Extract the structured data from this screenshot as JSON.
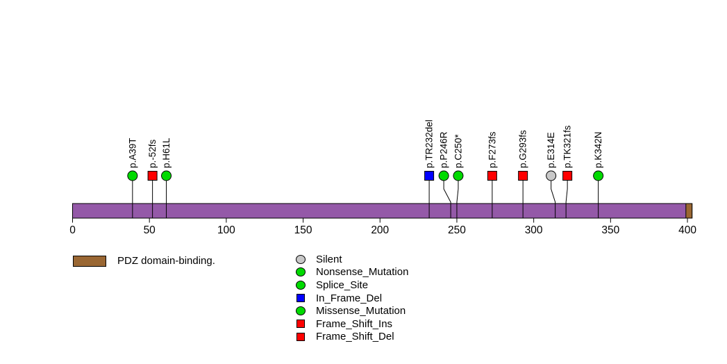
{
  "chart_data": {
    "type": "lollipop",
    "title": "",
    "xlabel": "",
    "ylabel": "",
    "xlim": [
      0,
      403
    ],
    "axis_ticks": [
      0,
      50,
      100,
      150,
      200,
      250,
      300,
      350,
      400
    ],
    "grid": false,
    "protein_bar": {
      "start": 0,
      "end": 403,
      "color": "#9459A8"
    },
    "domains": [
      {
        "name": "PDZ domain-binding.",
        "start": 399,
        "end": 403,
        "color": "#9A6733"
      }
    ],
    "mutations": [
      {
        "label": "p.A39T",
        "position": 39,
        "shape": "circle",
        "color": "#00DA00",
        "dx": 0
      },
      {
        "label": "p.-52fs",
        "position": 52,
        "shape": "square",
        "color": "#FF0000",
        "dx": 0
      },
      {
        "label": "p.H61L",
        "position": 61,
        "shape": "circle",
        "color": "#00DA00",
        "dx": 0
      },
      {
        "label": "p.TR232del",
        "position": 232,
        "shape": "square",
        "color": "#0000FF",
        "dx": 0
      },
      {
        "label": "p.P246R",
        "position": 246,
        "shape": "circle",
        "color": "#00DA00",
        "dx": -10
      },
      {
        "label": "p.C250*",
        "position": 250,
        "shape": "circle",
        "color": "#00DA00",
        "dx": 2
      },
      {
        "label": "p.F273fs",
        "position": 273,
        "shape": "square",
        "color": "#FF0000",
        "dx": 0
      },
      {
        "label": "p.G293fs",
        "position": 293,
        "shape": "square",
        "color": "#FF0000",
        "dx": 0
      },
      {
        "label": "p.E314E",
        "position": 314,
        "shape": "circle",
        "color": "#C8C8C8",
        "dx": -6
      },
      {
        "label": "p.TK321fs",
        "position": 321,
        "shape": "square",
        "color": "#FF0000",
        "dx": 2
      },
      {
        "label": "p.K342N",
        "position": 342,
        "shape": "circle",
        "color": "#00DA00",
        "dx": 0
      }
    ]
  },
  "legend_domain": {
    "label": "PDZ domain-binding.",
    "color": "#9A6733"
  },
  "legend_mutations": {
    "items": [
      {
        "label": "Silent",
        "shape": "circle",
        "color": "#C8C8C8"
      },
      {
        "label": "Nonsense_Mutation",
        "shape": "circle",
        "color": "#00DA00"
      },
      {
        "label": "Splice_Site",
        "shape": "circle",
        "color": "#00DA00"
      },
      {
        "label": "In_Frame_Del",
        "shape": "square",
        "color": "#0000FF"
      },
      {
        "label": "Missense_Mutation",
        "shape": "circle",
        "color": "#00DA00"
      },
      {
        "label": "Frame_Shift_Ins",
        "shape": "square",
        "color": "#FF0000"
      },
      {
        "label": "Frame_Shift_Del",
        "shape": "square",
        "color": "#FF0000"
      }
    ]
  }
}
